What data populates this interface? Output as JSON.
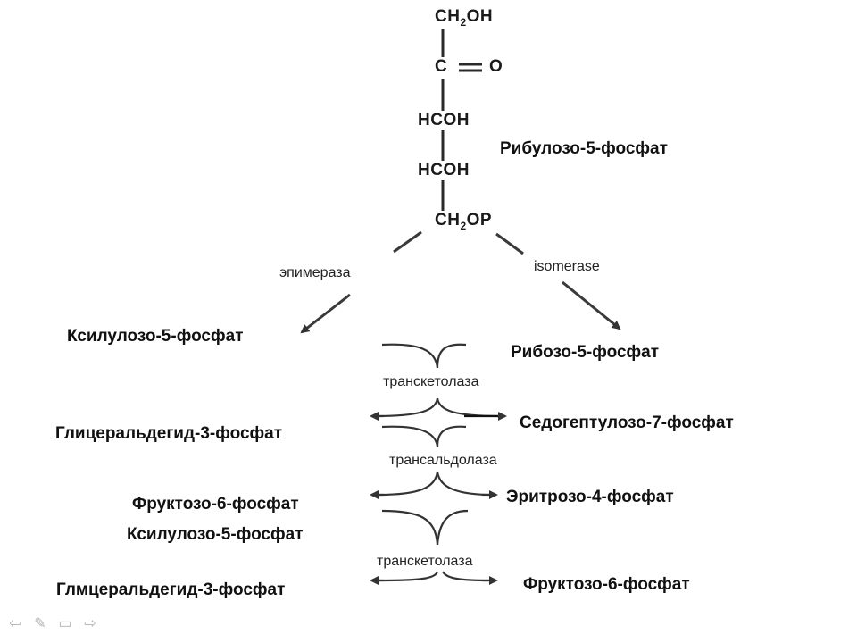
{
  "molecule": {
    "c1": "CH",
    "c1_sub": "2",
    "c1_end": "OH",
    "c2": "C",
    "c2_end": "O",
    "c3": "HCOH",
    "c4": "HCOH",
    "c5": "CH",
    "c5_sub": "2",
    "c5_end": "OP"
  },
  "compounds": {
    "ribulose5p": "Рибулозо-5-фосфат",
    "xylulose5p_top": "Ксилулозо-5-фосфат",
    "ribose5p": "Рибозо-5-фосфат",
    "gap1": "Глицеральдегид-3-фосфат",
    "sedoheptulose7p": "Седогептулозо-7-фосфат",
    "fructose6p_left": "Фруктозо-6-фосфат",
    "erythrose4p": "Эритрозо-4-фосфат",
    "xylulose5p_bottom": "Ксилулозо-5-фосфат",
    "gap2": "Глмцеральдегид-3-фосфат",
    "fructose6p_right": "Фруктозо-6-фосфат"
  },
  "enzymes": {
    "epimerase": "эпимераза",
    "isomerase": "isomerase",
    "transketolase1": "транскетолаза",
    "transaldolase": "трансальдолаза",
    "transketolase2": "транскетолаза"
  },
  "navigation": {
    "prev_icon": "arrow-left-icon",
    "pen_icon": "pen-icon",
    "menu_icon": "menu-icon",
    "next_icon": "arrow-right-icon"
  }
}
